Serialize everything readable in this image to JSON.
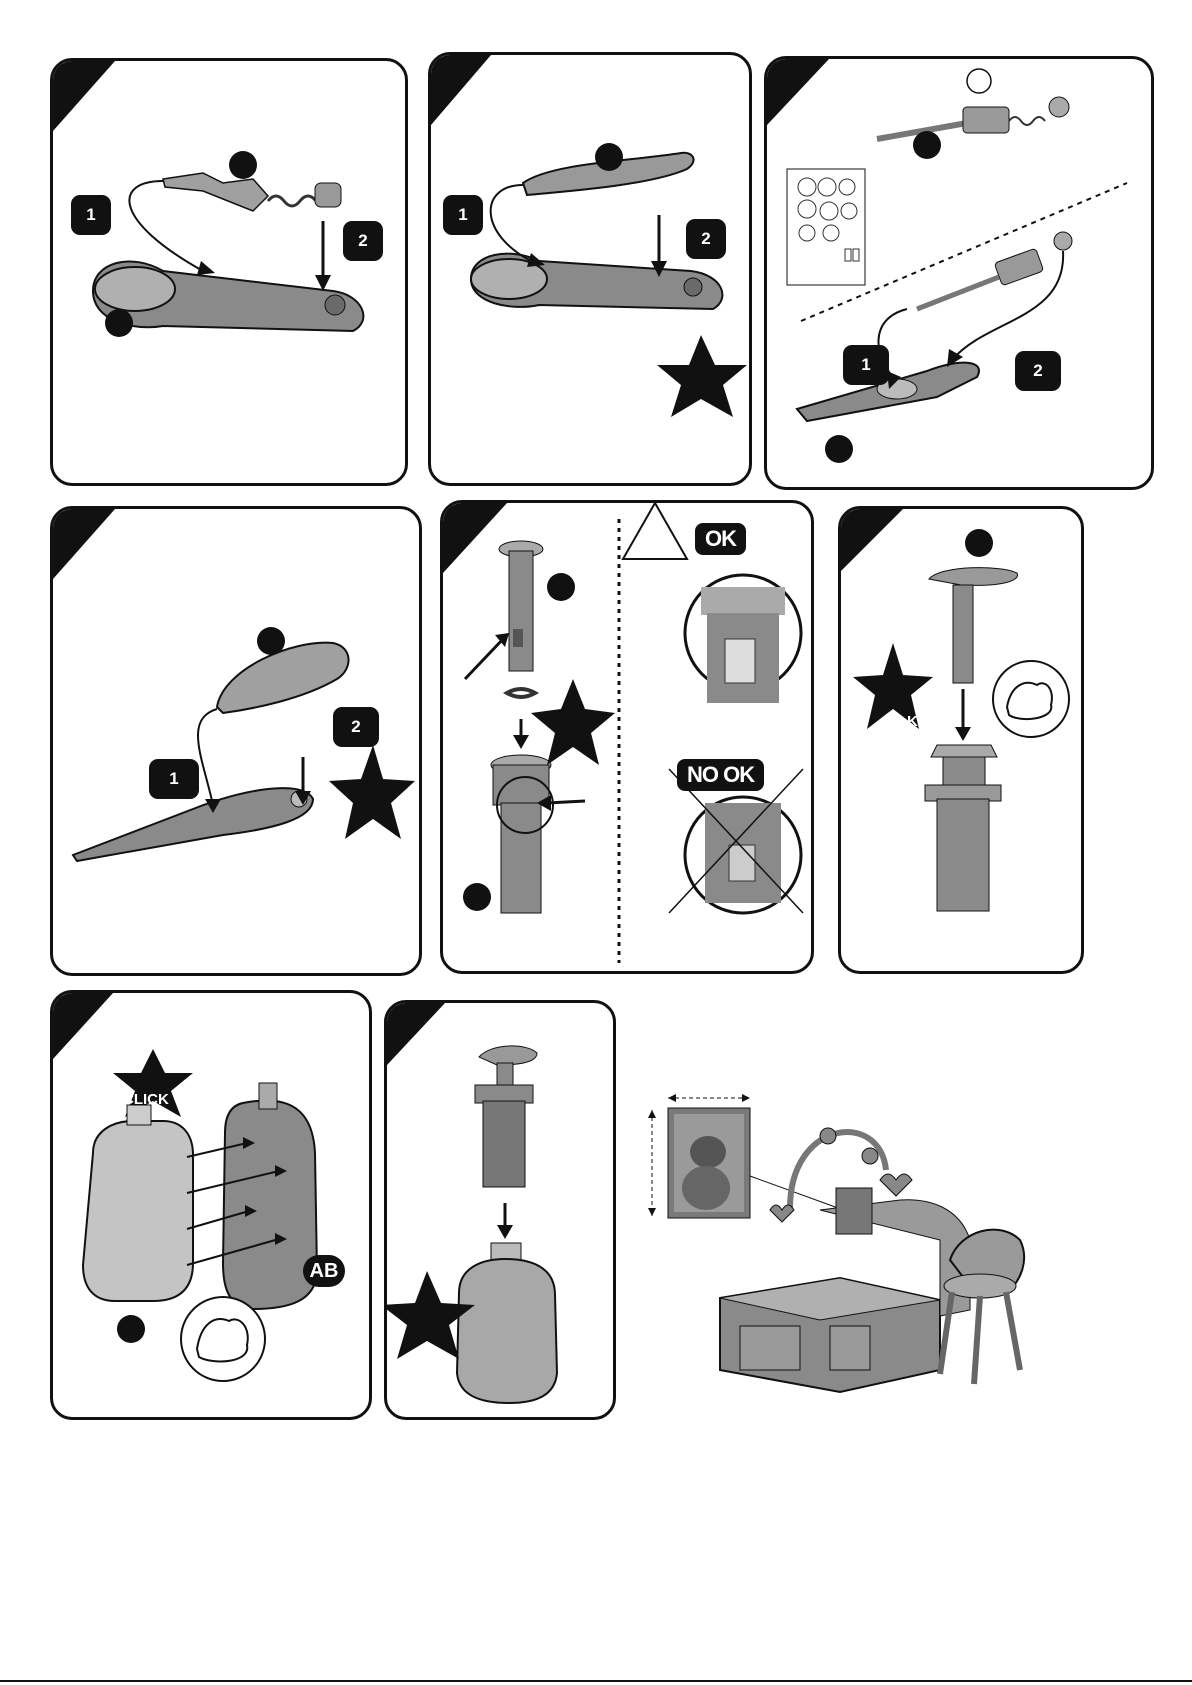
{
  "steps": {
    "p1": {
      "num1": "1",
      "num2": "2"
    },
    "p2": {
      "num1": "1",
      "num2": "2"
    },
    "p3": {
      "num1": "1",
      "num2": "2"
    },
    "p4": {
      "num1": "1",
      "num2": "2"
    },
    "p5": {
      "ok": "OK",
      "nook": "NO OK"
    },
    "p6": {
      "star": "K"
    },
    "p7": {
      "star": "CLICK",
      "badge": "AB"
    }
  },
  "colors": {
    "ink": "#111111",
    "part": "#8a8a8a",
    "part_light": "#c4c4c4",
    "bg": "#ffffff"
  },
  "icons": [
    "arm-strength-icon",
    "star-burst-icon",
    "caution-triangle-icon"
  ]
}
